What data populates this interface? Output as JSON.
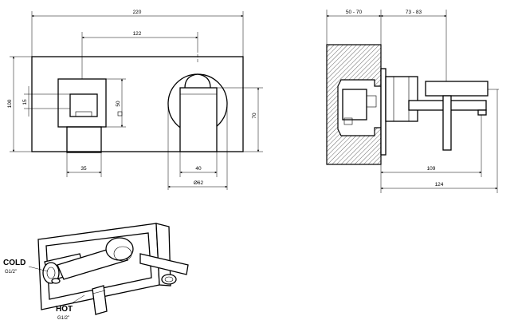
{
  "front_view": {
    "width_overall": "220",
    "centers": "122",
    "height_plate": "100",
    "left_offset": "15",
    "small_square": "50",
    "right_height": "70",
    "bottom_left": "35",
    "bottom_mid": "40",
    "diameter": "Ø62"
  },
  "side_view": {
    "depth_range_1": "50 - 70",
    "depth_range_2": "73 - 83",
    "spout_length": "109",
    "overall_length": "124"
  },
  "iso_view": {
    "cold_label": "COLD",
    "cold_thread": "G1/2\"",
    "hot_label": "HOT",
    "hot_thread": "G1/2\""
  }
}
